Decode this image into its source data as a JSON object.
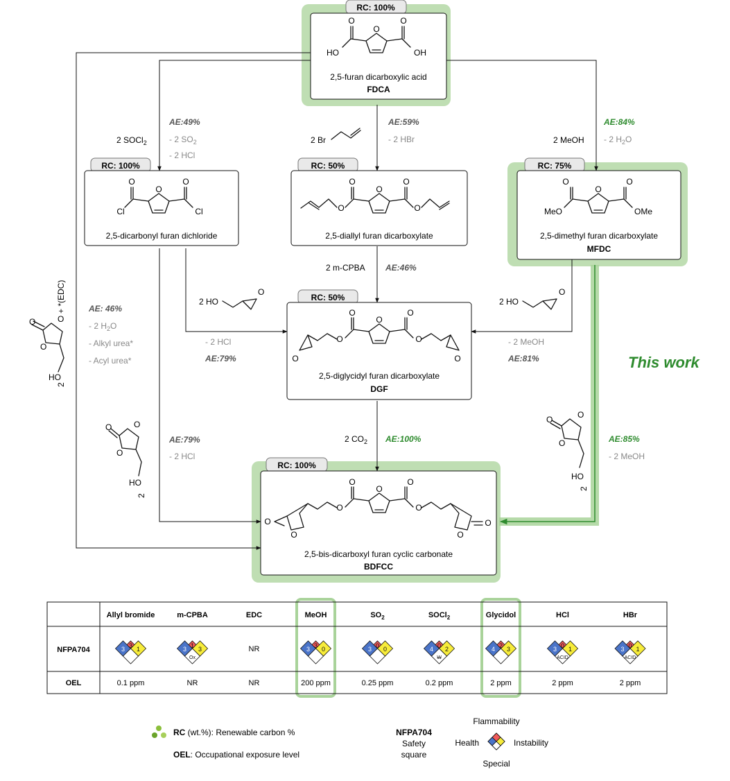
{
  "colors": {
    "accent_green": "#2e8b2e",
    "highlight_green": "#a9d39a",
    "ae_gray": "#555555",
    "byproduct_gray": "#888888",
    "nfpa_red": "#f05a5a",
    "nfpa_blue": "#4a74c9",
    "nfpa_yellow": "#f7ec3a",
    "nfpa_white": "#ffffff"
  },
  "compounds": {
    "fdca": {
      "rc": "RC: 100%",
      "name": "2,5-furan dicarboxylic acid",
      "abbr": "FDCA",
      "ho": "HO",
      "oh": "OH",
      "o_ring": "O",
      "o_left": "O",
      "o_right": "O"
    },
    "dichloride": {
      "rc": "RC: 100%",
      "name": "2,5-dicarbonyl furan dichloride",
      "abbr": "",
      "cl_left": "Cl",
      "cl_right": "Cl",
      "o_ring": "O",
      "o_left": "O",
      "o_right": "O"
    },
    "diallyl": {
      "rc": "RC: 50%",
      "name": "2,5-diallyl furan dicarboxylate",
      "abbr": "",
      "o_ring": "O",
      "o_left": "O",
      "o_right": "O",
      "o_ester_l": "O",
      "o_ester_r": "O"
    },
    "mfdc": {
      "rc": "RC: 75%",
      "name": "2,5-dimethyl furan dicarboxylate",
      "abbr": "MFDC",
      "meo": "MeO",
      "ome": "OMe",
      "o_ring": "O",
      "o_left": "O",
      "o_right": "O"
    },
    "dgf": {
      "rc": "RC: 50%",
      "name": "2,5-diglycidyl furan dicarboxylate",
      "abbr": "DGF",
      "o_ring": "O",
      "o_left": "O",
      "o_right": "O",
      "o_ester_l": "O",
      "o_ester_r": "O",
      "o_epox_l": "O",
      "o_epox_r": "O"
    },
    "bdfcc": {
      "rc": "RC: 100%",
      "name": "2,5-bis-dicarboxyl furan cyclic carbonate",
      "abbr": "BDFCC",
      "o": "O"
    }
  },
  "reactions": {
    "fdca_to_dichloride": {
      "reagent": "2 SOCl",
      "reagent_sub": "2",
      "ae": "AE:49%",
      "byproducts": [
        "- 2 SO",
        "- 2 HCl"
      ],
      "byproduct_sub": "2"
    },
    "fdca_to_diallyl": {
      "reagent": "2 Br",
      "ae": "AE:59%",
      "byproducts": [
        "- 2 HBr"
      ]
    },
    "fdca_to_mfdc": {
      "reagent": "2 MeOH",
      "ae": "AE:84%",
      "byproducts": [
        "- 2 H",
        "O"
      ],
      "byproduct_sub": "2"
    },
    "diallyl_to_dgf": {
      "reagent": "2 m-CPBA",
      "ae": "AE:46%"
    },
    "dichloride_to_dgf": {
      "reagent": "2 HO",
      "o_label": "O",
      "byproducts": [
        "- 2 HCl"
      ],
      "ae": "AE:79%"
    },
    "mfdc_to_dgf": {
      "reagent": "2 HO",
      "o_label": "O",
      "byproducts": [
        "- 2 MeOH"
      ],
      "ae": "AE:81%"
    },
    "dgf_to_bdfcc": {
      "reagent": "2 CO",
      "reagent_sub": "2",
      "ae": "AE:100%"
    },
    "fdca_edc": {
      "ae": "AE: 46%",
      "byproducts": [
        "- 2 H",
        "O",
        "- Alkyl urea*",
        "- Acyl urea*"
      ],
      "byproduct_sub": "2",
      "reagent_side": "+ *(EDC)",
      "count": "2",
      "ho": "HO",
      "o": "O"
    },
    "dichloride_to_bdfcc": {
      "ae": "AE:79%",
      "byproducts": [
        "- 2 HCl"
      ],
      "count": "2",
      "ho": "HO",
      "o": "O"
    },
    "mfdc_to_bdfcc": {
      "ae": "AE:85%",
      "byproducts": [
        "- 2 MeOH"
      ],
      "count": "2",
      "ho": "HO",
      "o": "O"
    }
  },
  "this_work": "This work",
  "table": {
    "columns": [
      "",
      "Allyl bromide",
      "m-CPBA",
      "EDC",
      "MeOH",
      "SO",
      "SOCl",
      "Glycidol",
      "HCl",
      "HBr"
    ],
    "column_subs": [
      "",
      "",
      "",
      "",
      "",
      "2",
      "2",
      "",
      "",
      ""
    ],
    "row_labels": [
      "NFPA704",
      "OEL"
    ],
    "nfpa": [
      {
        "health": "3",
        "flammability": "3",
        "instability": "1",
        "special": ""
      },
      {
        "health": "3",
        "flammability": "1",
        "instability": "3",
        "special": "Ox"
      },
      null,
      {
        "health": "3",
        "flammability": "3",
        "instability": "0",
        "special": ""
      },
      {
        "health": "3",
        "flammability": "0",
        "instability": "0",
        "special": ""
      },
      {
        "health": "4",
        "flammability": "0",
        "instability": "2",
        "special": "W"
      },
      {
        "health": "4",
        "flammability": "2",
        "instability": "3",
        "special": ""
      },
      {
        "health": "3",
        "flammability": "0",
        "instability": "1",
        "special": "ACID"
      },
      {
        "health": "3",
        "flammability": "0",
        "instability": "1",
        "special": "ACID"
      }
    ],
    "nr_label": "NR",
    "oel": [
      "0.1 ppm",
      "NR",
      "NR",
      "200 ppm",
      "0.25 ppm",
      "0.2 ppm",
      "2 ppm",
      "2 ppm",
      "2 ppm"
    ]
  },
  "legend": {
    "rc_bold": "RC",
    "rc_text": " (wt.%): Renewable carbon %",
    "oel_bold": "OEL",
    "oel_text": ": Occupational exposure level",
    "nfpa_title": "NFPA704",
    "nfpa_sub1": "Safety",
    "nfpa_sub2": "square",
    "flammability": "Flammability",
    "health": "Health",
    "instability": "Instability",
    "special": "Special"
  }
}
